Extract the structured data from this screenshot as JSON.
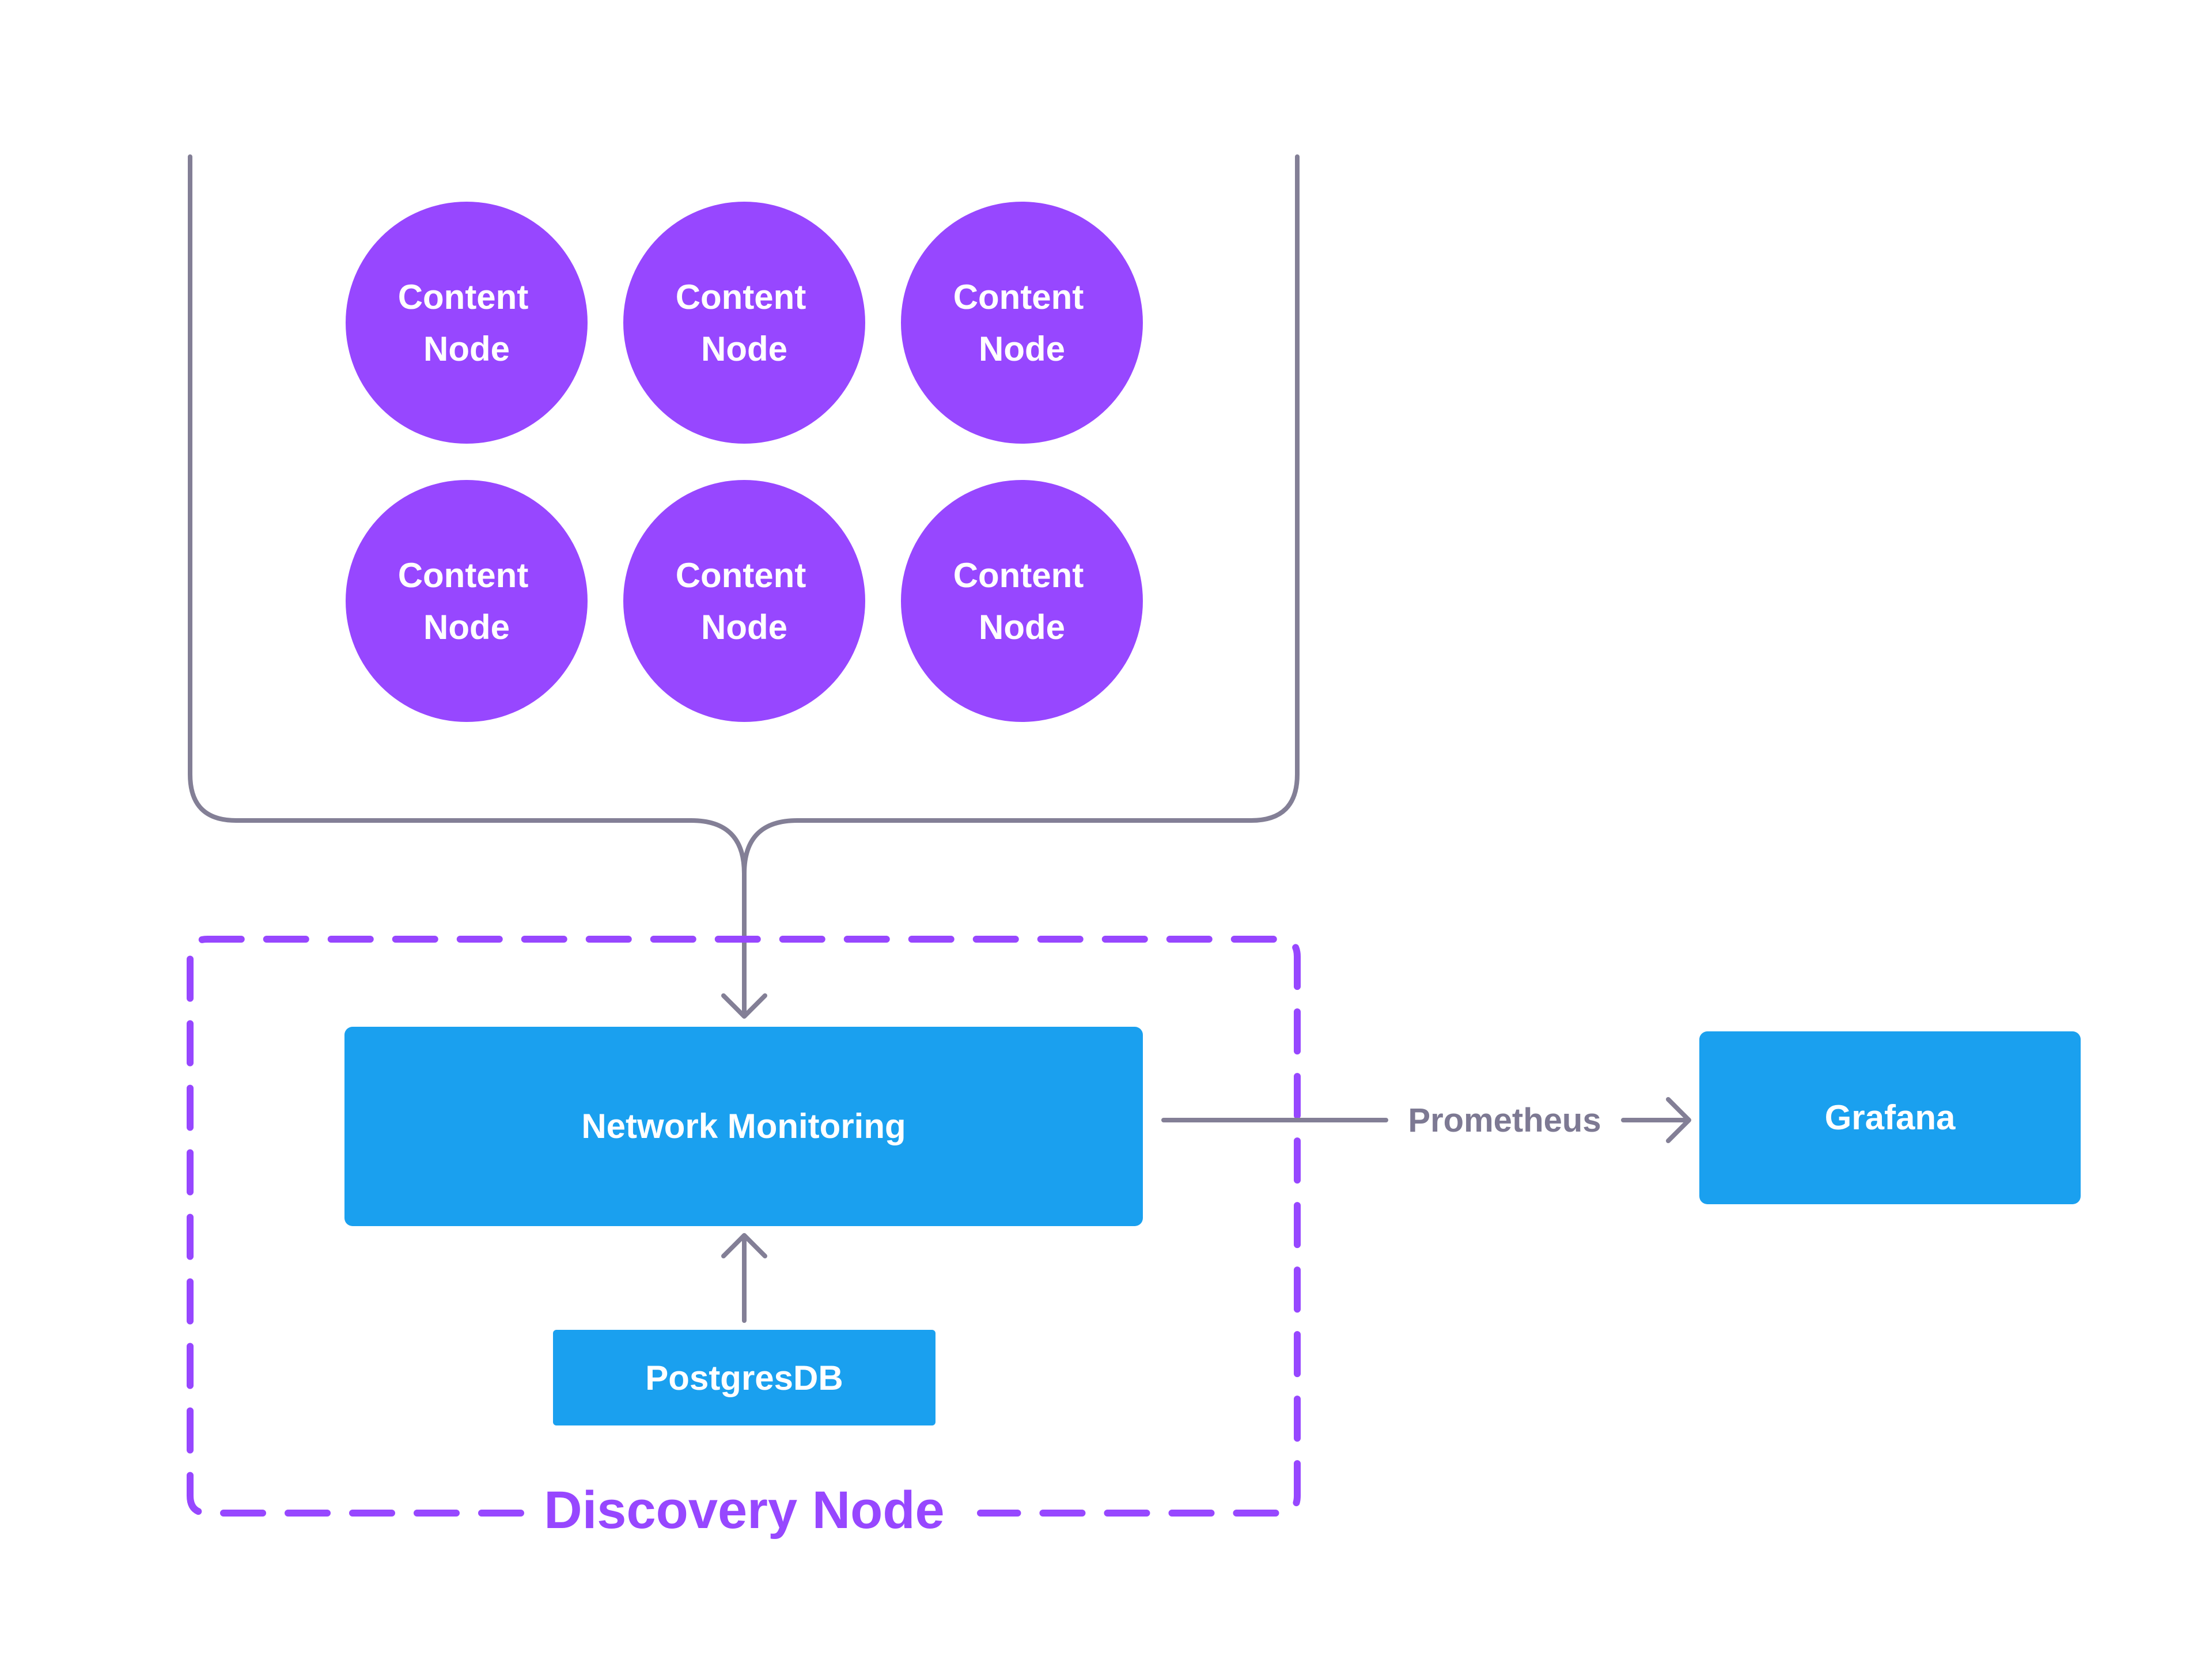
{
  "colors": {
    "content_node_fill": "#9747ff",
    "service_box_fill": "#1aa0ef",
    "connector_stroke": "#837f96",
    "discovery_border": "#9747ff",
    "label_gray": "#7d7993",
    "text_on_fill": "#ffffff"
  },
  "content_nodes": [
    {
      "line1": "Content",
      "line2": "Node"
    },
    {
      "line1": "Content",
      "line2": "Node"
    },
    {
      "line1": "Content",
      "line2": "Node"
    },
    {
      "line1": "Content",
      "line2": "Node"
    },
    {
      "line1": "Content",
      "line2": "Node"
    },
    {
      "line1": "Content",
      "line2": "Node"
    }
  ],
  "discovery_node": {
    "label": "Discovery Node",
    "network_monitoring": "Network Monitoring",
    "postgres": "PostgresDB"
  },
  "edge_label": "Prometheus",
  "grafana": "Grafana"
}
